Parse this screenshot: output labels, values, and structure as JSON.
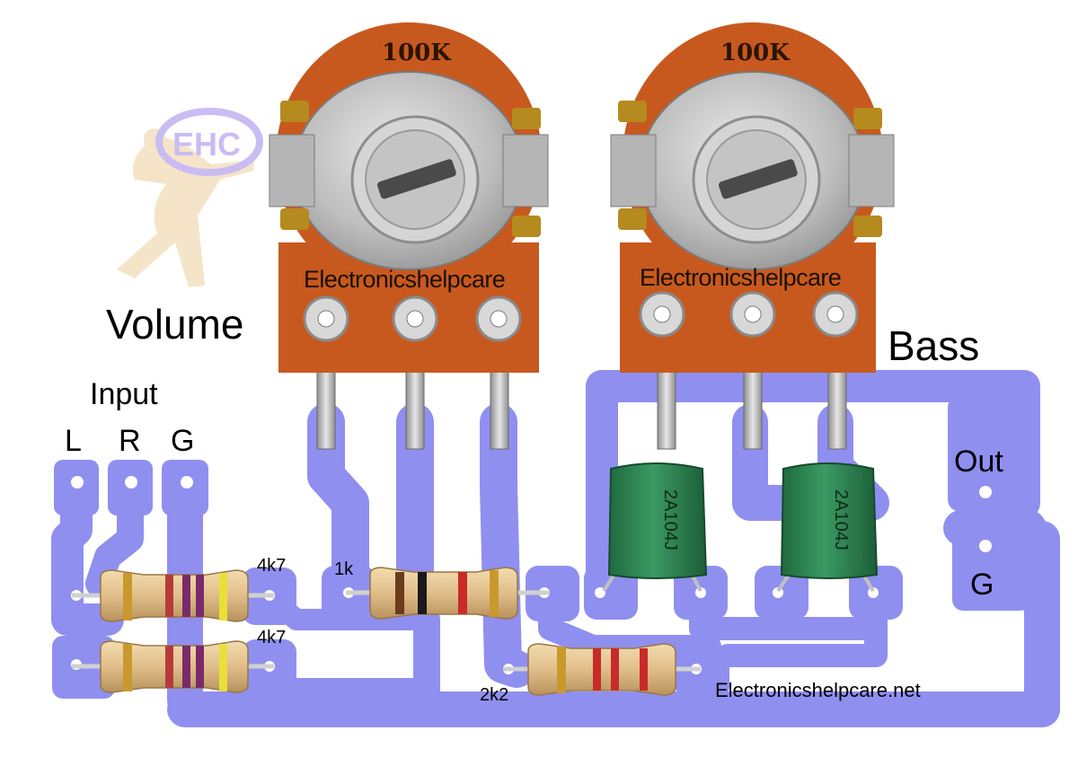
{
  "logo": {
    "text": "EHC",
    "icon": "ehc-logo-figure"
  },
  "labels": {
    "volume": "Volume",
    "bass": "Bass",
    "input": "Input",
    "input_l": "L",
    "input_r": "R",
    "input_g": "G",
    "out": "Out",
    "out_g": "G",
    "website": "Electronicshelpcare.net"
  },
  "potentiometers": [
    {
      "id": "volume",
      "value": "100K",
      "brand": "Electronicshelpcare"
    },
    {
      "id": "bass",
      "value": "100K",
      "brand": "Electronicshelpcare"
    }
  ],
  "resistors": [
    {
      "id": "r1",
      "label": "4k7"
    },
    {
      "id": "r2",
      "label": "4k7"
    },
    {
      "id": "r3",
      "label": "1k"
    },
    {
      "id": "r4",
      "label": "2k2"
    }
  ],
  "capacitors": [
    {
      "id": "c1",
      "code": "2A104J"
    },
    {
      "id": "c2",
      "code": "2A104J"
    }
  ],
  "colors": {
    "pcb_trace": "#8f8ff0",
    "pot_body": "#c8591e",
    "pot_metal": "#c6c6c6",
    "capacitor": "#2f8a55",
    "resistor_body": "#e3c596"
  }
}
